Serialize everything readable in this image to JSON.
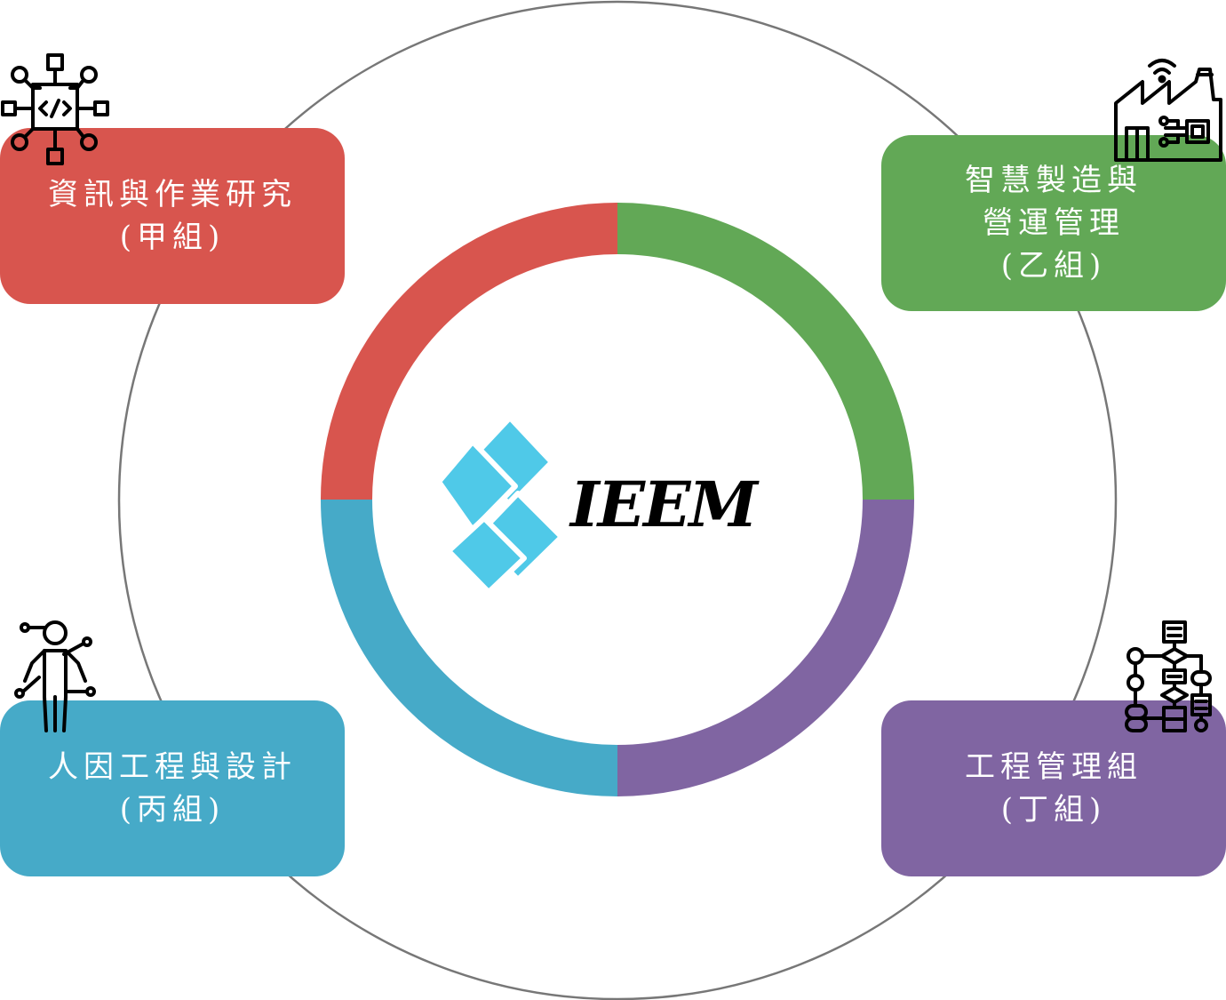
{
  "logo": {
    "text": "IEEM",
    "mark_color": "#4fc9e8"
  },
  "colors": {
    "red": "#d8554e",
    "green": "#62a856",
    "blue": "#46aac8",
    "purple": "#8065a2",
    "outer_circle": "#777777"
  },
  "groups": [
    {
      "id": "a",
      "label": "資訊與作業研究\n(甲組)",
      "color": "#d8554e",
      "icon": "code-network-icon"
    },
    {
      "id": "b",
      "label": "智慧製造與\n營運管理\n(乙組)",
      "color": "#62a856",
      "icon": "smart-factory-icon"
    },
    {
      "id": "c",
      "label": "人因工程與設計\n(丙組)",
      "color": "#46aac8",
      "icon": "human-body-icon"
    },
    {
      "id": "d",
      "label": "工程管理組\n(丁組)",
      "color": "#8065a2",
      "icon": "flowchart-icon"
    }
  ]
}
